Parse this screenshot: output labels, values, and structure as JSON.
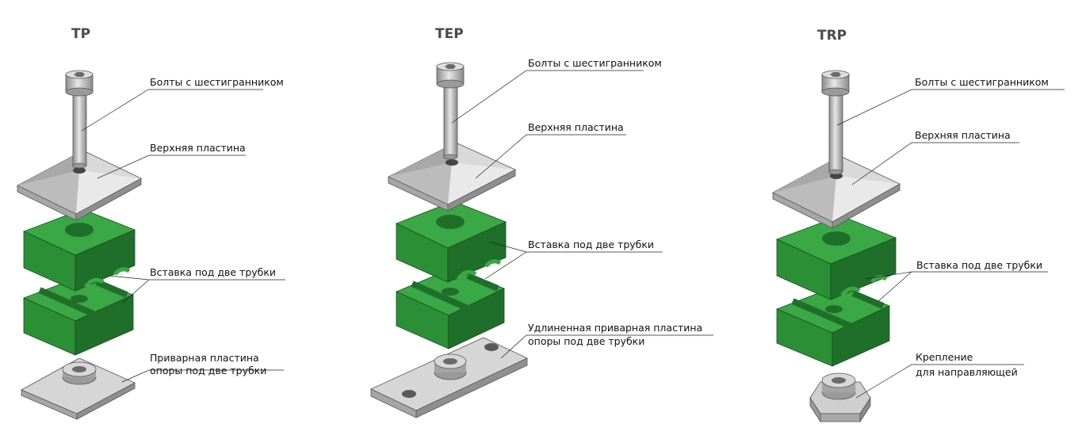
{
  "colors": {
    "green_top": "#3aa845",
    "green_front": "#2a8f35",
    "green_side": "#1f6f2a",
    "steel_top": "#d9d9d9",
    "steel_side": "#a9a9a9"
  },
  "assemblies": [
    {
      "title": "TP",
      "labels": {
        "bolt": "Болты с шестигранником",
        "top_plate": "Верхняя пластина",
        "insert": "Вставка под две трубки",
        "base_line1": "Приварная пластина",
        "base_line2": "опоры под две трубки"
      }
    },
    {
      "title": "TEP",
      "labels": {
        "bolt": "Болты с шестигранником",
        "top_plate": "Верхняя пластина",
        "insert": "Вставка под две трубки",
        "base_line1": "Удлиненная приварная пластина",
        "base_line2": "опоры под две трубки"
      }
    },
    {
      "title": "TRP",
      "labels": {
        "bolt": "Болты с шестигранником",
        "top_plate": "Верхняя пластина",
        "insert": "Вставка под две трубки",
        "base_line1": "Крепление",
        "base_line2": "для направляющей"
      }
    }
  ]
}
